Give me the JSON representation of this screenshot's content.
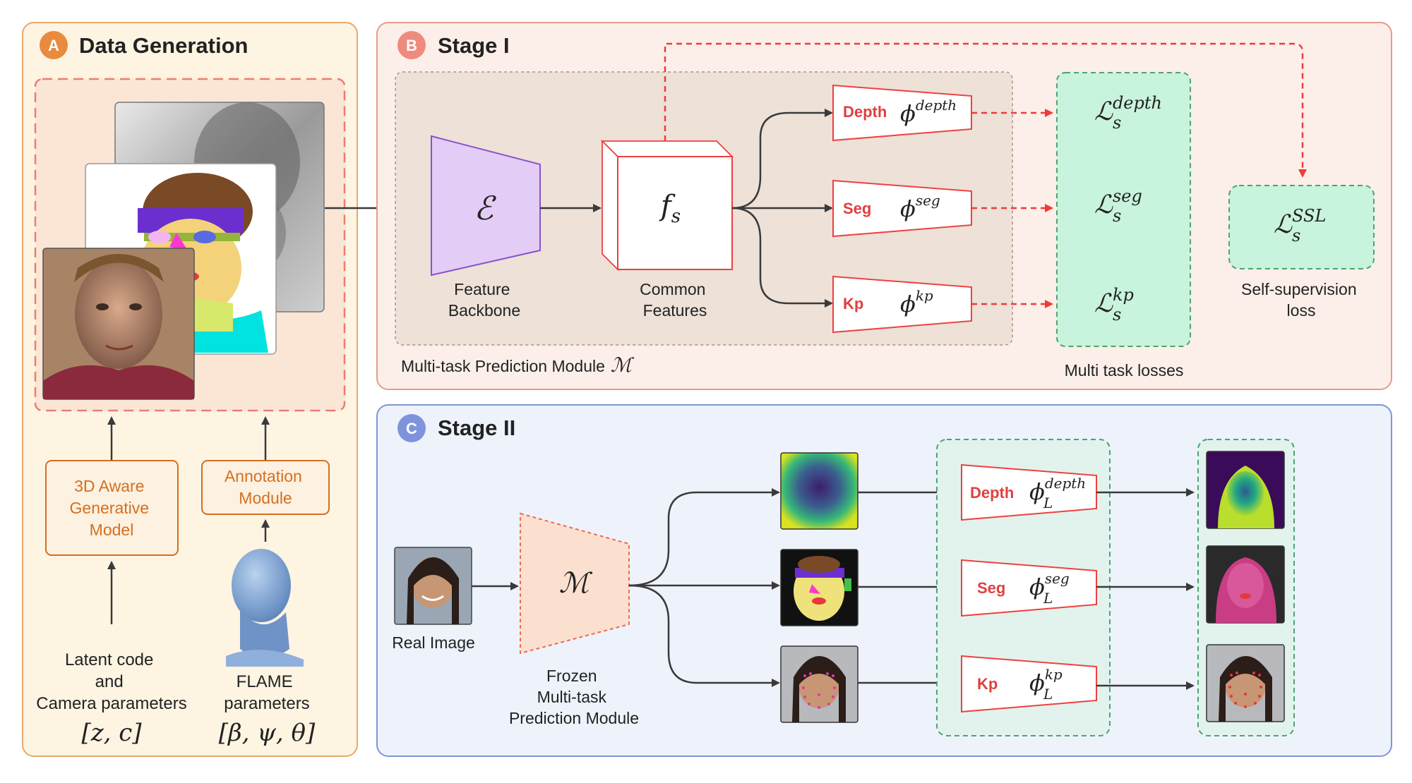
{
  "panels": {
    "a": {
      "badge": "A",
      "title": "Data Generation"
    },
    "b": {
      "badge": "B",
      "title": "Stage I"
    },
    "c": {
      "badge": "C",
      "title": "Stage II"
    }
  },
  "data_generation": {
    "generative_model": [
      "3D Aware",
      "Generative",
      "Model"
    ],
    "annotation_module": [
      "Annotation",
      "Module"
    ],
    "latent_caption": [
      "Latent code",
      "and",
      "Camera parameters"
    ],
    "latent_math": "[z, c]",
    "flame_caption": [
      "FLAME",
      "parameters"
    ],
    "flame_math": "[β, ψ, θ]"
  },
  "stage1": {
    "encoder_symbol": "ℰ",
    "encoder_caption": [
      "Feature",
      "Backbone"
    ],
    "features_symbol": "f",
    "features_sub": "s",
    "features_caption": [
      "Common",
      "Features"
    ],
    "module_caption": "Multi-task Prediction Module",
    "module_symbol": "ℳ",
    "heads": [
      {
        "name": "Depth",
        "phi": "ϕ",
        "sup": "depth"
      },
      {
        "name": "Seg",
        "phi": "ϕ",
        "sup": "seg"
      },
      {
        "name": "Kp",
        "phi": "ϕ",
        "sup": "kp"
      }
    ],
    "losses": [
      {
        "symbol": "ℒ",
        "sub": "s",
        "sup": "depth"
      },
      {
        "symbol": "ℒ",
        "sub": "s",
        "sup": "seg"
      },
      {
        "symbol": "ℒ",
        "sub": "s",
        "sup": "kp"
      }
    ],
    "losses_caption": "Multi task losses",
    "ssl": {
      "symbol": "ℒ",
      "sub": "s",
      "sup": "SSL"
    },
    "ssl_caption": [
      "Self-supervision",
      "loss"
    ]
  },
  "stage2": {
    "real_image_caption": "Real Image",
    "frozen_symbol": "ℳ",
    "frozen_caption": [
      "Frozen",
      "Multi-task",
      "Prediction Module"
    ],
    "heads": [
      {
        "name": "Depth",
        "phi": "ϕ",
        "sub": "L",
        "sup": "depth"
      },
      {
        "name": "Seg",
        "phi": "ϕ",
        "sub": "L",
        "sup": "seg"
      },
      {
        "name": "Kp",
        "phi": "ϕ",
        "sub": "L",
        "sup": "kp"
      }
    ]
  },
  "colors": {
    "panel_a_fill": "#fdf4e2",
    "panel_a_border": "#e7a96b",
    "badge_a": "#e98a3f",
    "panel_b_fill": "#fcefe9",
    "panel_b_border": "#e79a8c",
    "badge_b": "#ef8a7e",
    "panel_c_fill": "#eef2fb",
    "panel_c_border": "#7f96d4",
    "badge_c": "#7f93dd",
    "head_text": "#e04040",
    "loss_fill": "#c8f3dc",
    "loss_border": "#49a66f",
    "encoder_fill": "#e3ccf6",
    "encoder_border": "#8a52c9",
    "orange_text": "#d3701f",
    "dashed_red": "#f03a3a",
    "arrow": "#3a3a3a"
  }
}
